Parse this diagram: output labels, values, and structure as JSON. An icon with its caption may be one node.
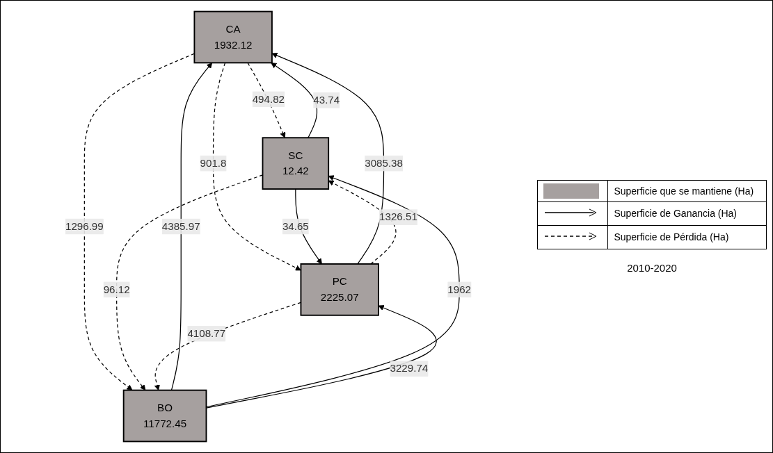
{
  "diagram": {
    "nodes": [
      {
        "text": [
          "CA",
          "1932.12"
        ]
      },
      {
        "text": [
          "SC",
          "12.42"
        ]
      },
      {
        "text": [
          "PC",
          "2225.07"
        ]
      },
      {
        "text": [
          "BO",
          "11772.45"
        ]
      }
    ],
    "edges": [
      {
        "from": 0,
        "to": 1,
        "arrow": "to",
        "label": "494.82",
        "style": "dashed"
      },
      {
        "from": 1,
        "to": 0,
        "arrow": "to",
        "label": "43.74"
      },
      {
        "from": 0,
        "to": 2,
        "arrow": "to",
        "label": "901.8",
        "style": "dashed"
      },
      {
        "from": 2,
        "to": 0,
        "arrow": "to",
        "label": "3085.38"
      },
      {
        "from": 2,
        "to": 1,
        "arrow": "to",
        "label": "1326.51",
        "style": "dashed"
      },
      {
        "from": 1,
        "to": 2,
        "arrow": "to",
        "label": "34.65"
      },
      {
        "from": 3,
        "to": 0,
        "arrow": "to",
        "label": "4385.97"
      },
      {
        "from": 0,
        "to": 3,
        "arrow": "to",
        "label": "1296.99",
        "style": "dashed"
      },
      {
        "from": 3,
        "to": 1,
        "arrow": "to",
        "label": "1962"
      },
      {
        "from": 1,
        "to": 3,
        "arrow": "to",
        "label": "96.12",
        "style": "dashed"
      },
      {
        "from": 3,
        "to": 2,
        "arrow": "to",
        "label": "3229.74"
      },
      {
        "from": 2,
        "to": 3,
        "arrow": "to",
        "label": "4108.77",
        "style": "dashed"
      }
    ],
    "labels": [
      "2010-2020"
    ],
    "legend": [
      {
        "text": "Superficie que se mantiene (Ha)",
        "color": "#a6a09f"
      },
      {
        "text": "Superficie de Ganancia (Ha)"
      },
      {
        "text": "Superficie de Pérdida (Ha)"
      }
    ]
  }
}
